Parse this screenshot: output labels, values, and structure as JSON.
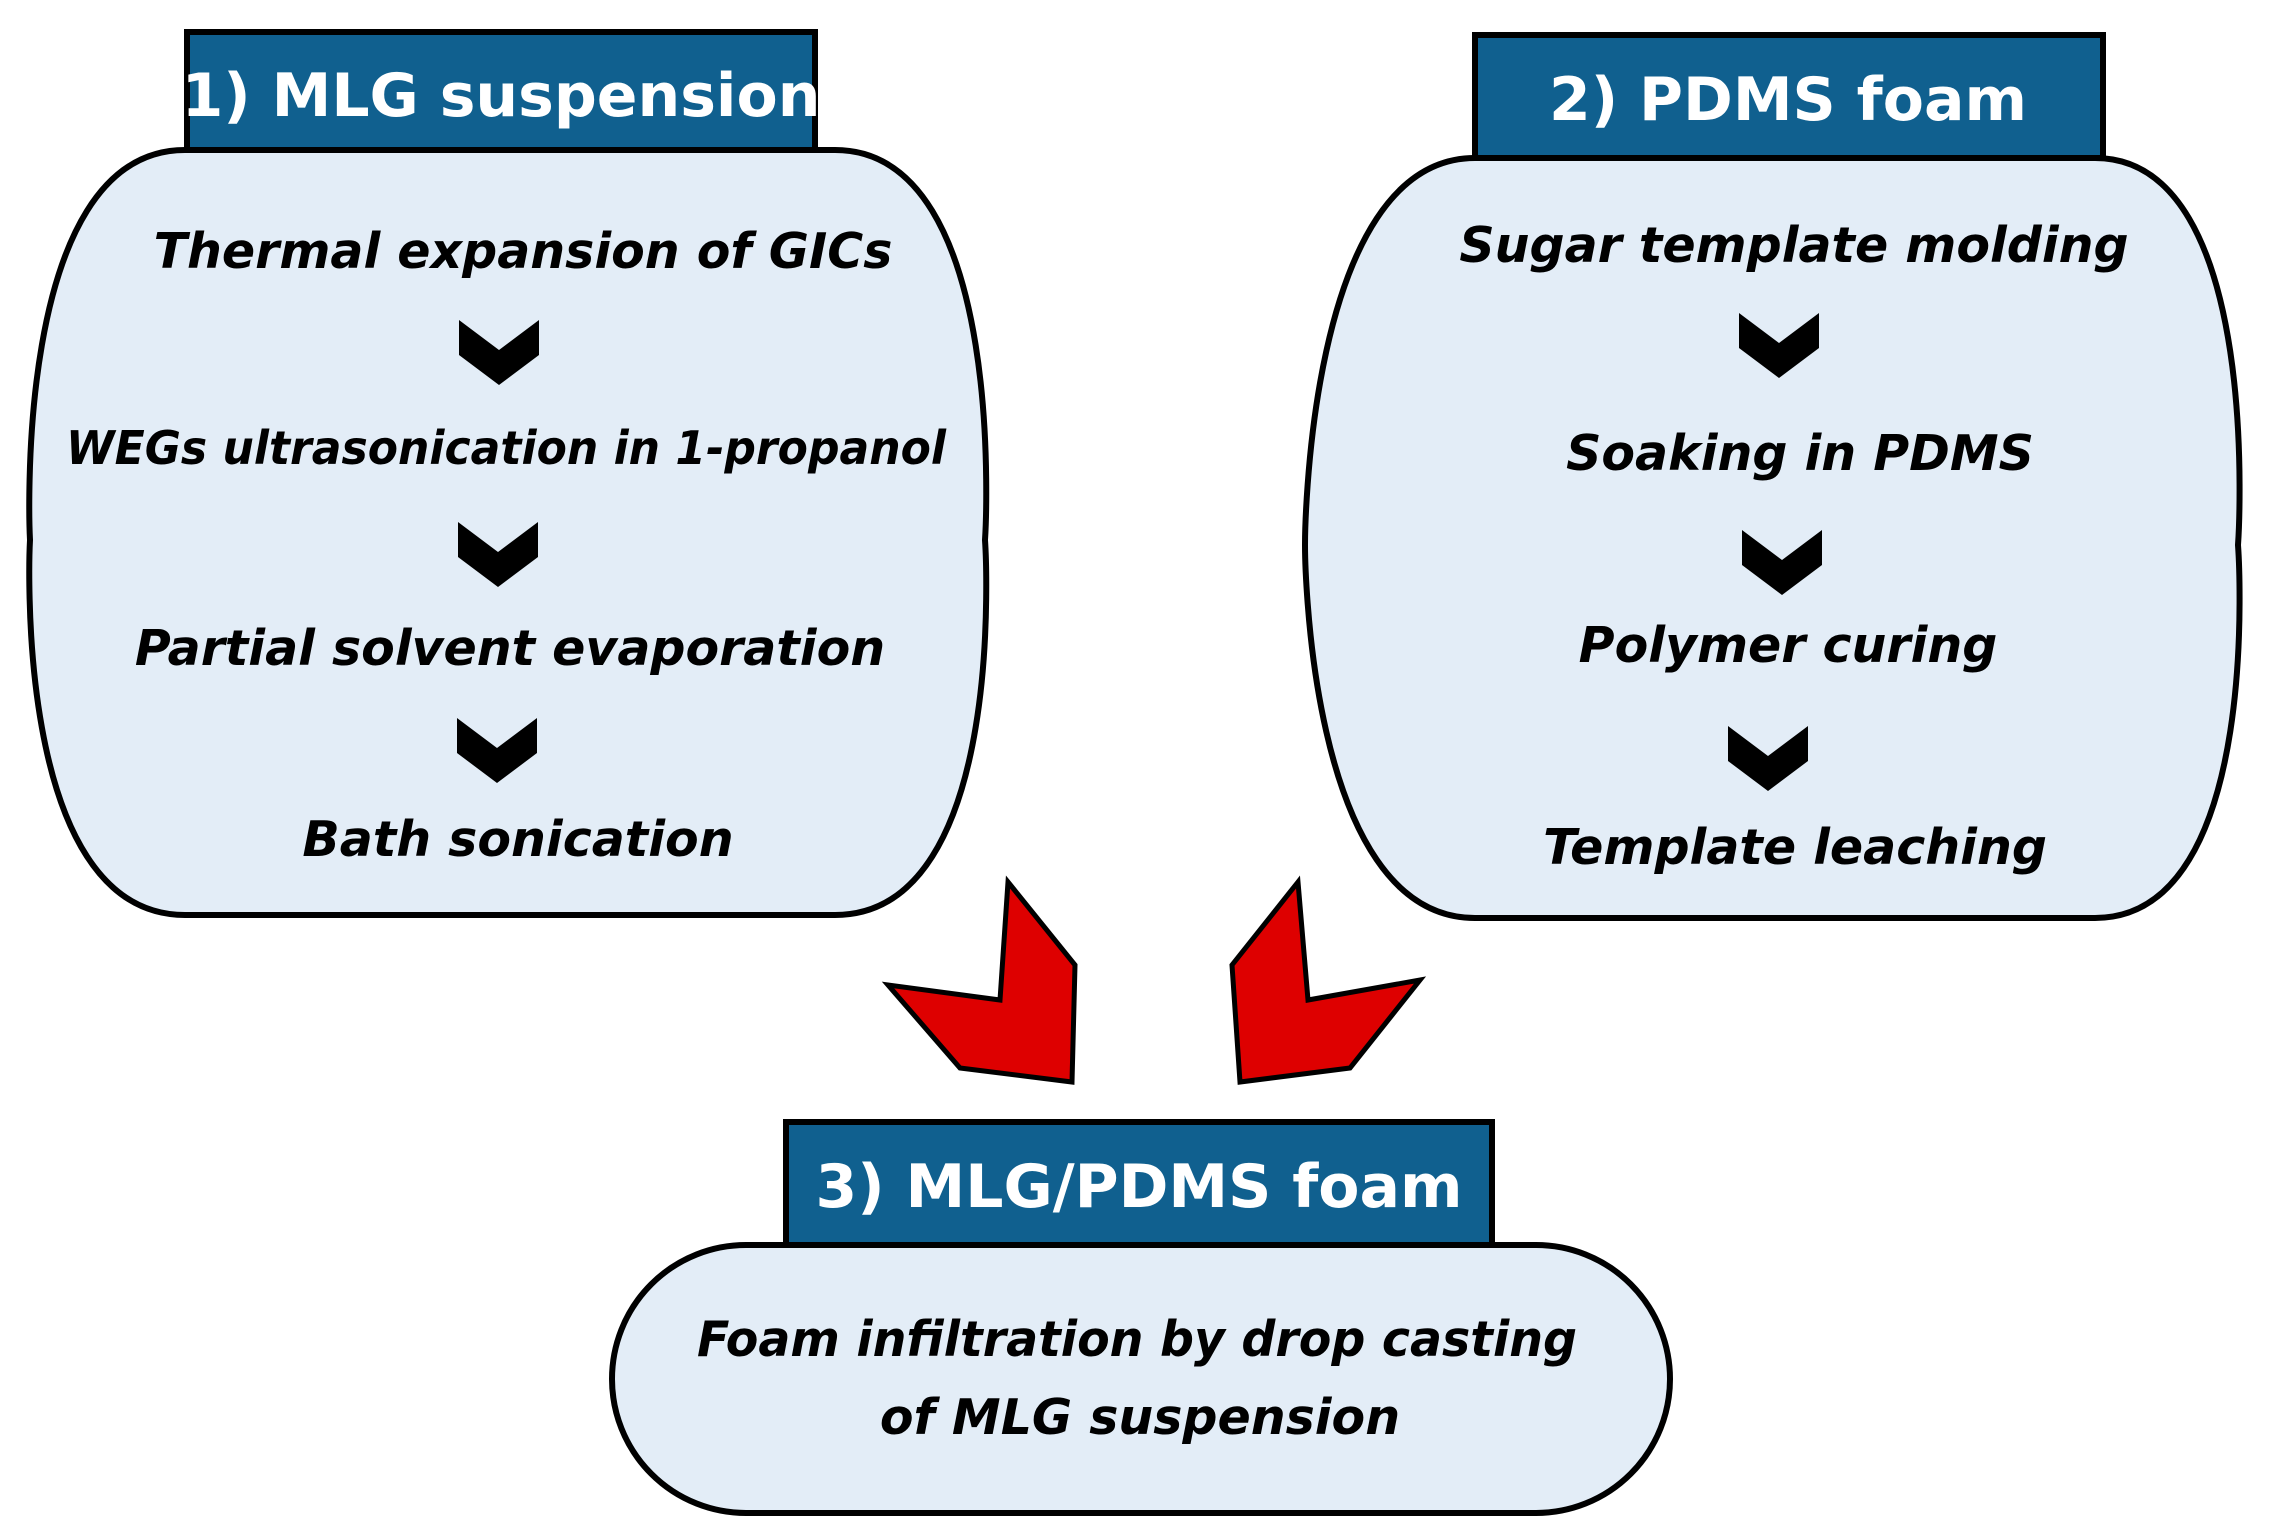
{
  "panels": [
    {
      "title": "1) MLG suspension",
      "steps": [
        "Thermal expansion of GICs",
        "WEGs ultrasonication in 1-propanol",
        "Partial solvent evaporation",
        "Bath sonication"
      ]
    },
    {
      "title": "2) PDMS foam",
      "steps": [
        "Sugar template molding",
        "Soaking in PDMS",
        "Polymer curing",
        "Template leaching"
      ]
    },
    {
      "title": "3) MLG/PDMS foam",
      "steps": [
        "Foam infiltration by drop casting",
        "of MLG suspension"
      ]
    }
  ],
  "colors": {
    "header_fill": "#10608f",
    "bubble_fill": "#e3edf7",
    "arrow_fill": "#de0000",
    "chevron_fill": "#000000"
  },
  "icons": {
    "step_arrow": "chevron-down-icon",
    "merge_arrow": "red-merge-arrow-icon"
  }
}
